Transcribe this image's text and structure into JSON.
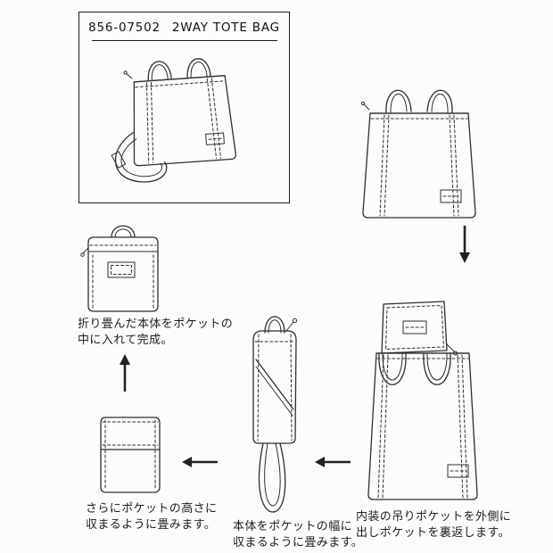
{
  "page": {
    "background": "#fcfcfb",
    "ink_color": "#2e2e2e",
    "arrow_color": "#222222"
  },
  "title_box": {
    "code": "856-07502",
    "name": "2WAY TOTE BAG"
  },
  "steps": {
    "step1": {
      "line1": "内装の吊りポケットを外側に",
      "line2": "出しポケットを裏返します。"
    },
    "step2": {
      "line1": "本体をポケットの幅に",
      "line2": "収まるように畳みます。"
    },
    "step3": {
      "line1": "さらにポケットの高さに",
      "line2": "収まるように畳みます。"
    },
    "final": {
      "line1": "折り畳んだ本体をポケットの",
      "line2": "中に入れて完成。"
    }
  },
  "icons": {
    "arrow_down": "arrow-down",
    "arrow_left_1": "arrow-left",
    "arrow_left_2": "arrow-left",
    "arrow_up": "arrow-up"
  }
}
